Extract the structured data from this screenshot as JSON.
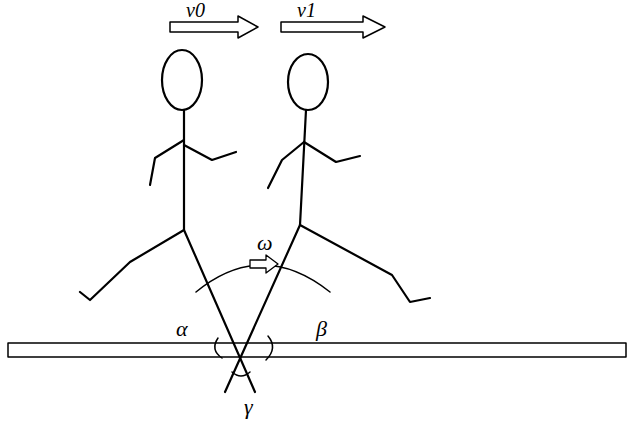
{
  "diagram": {
    "labels": [
      "v0",
      "v1",
      "ω",
      "α",
      "β",
      "γ"
    ]
  }
}
